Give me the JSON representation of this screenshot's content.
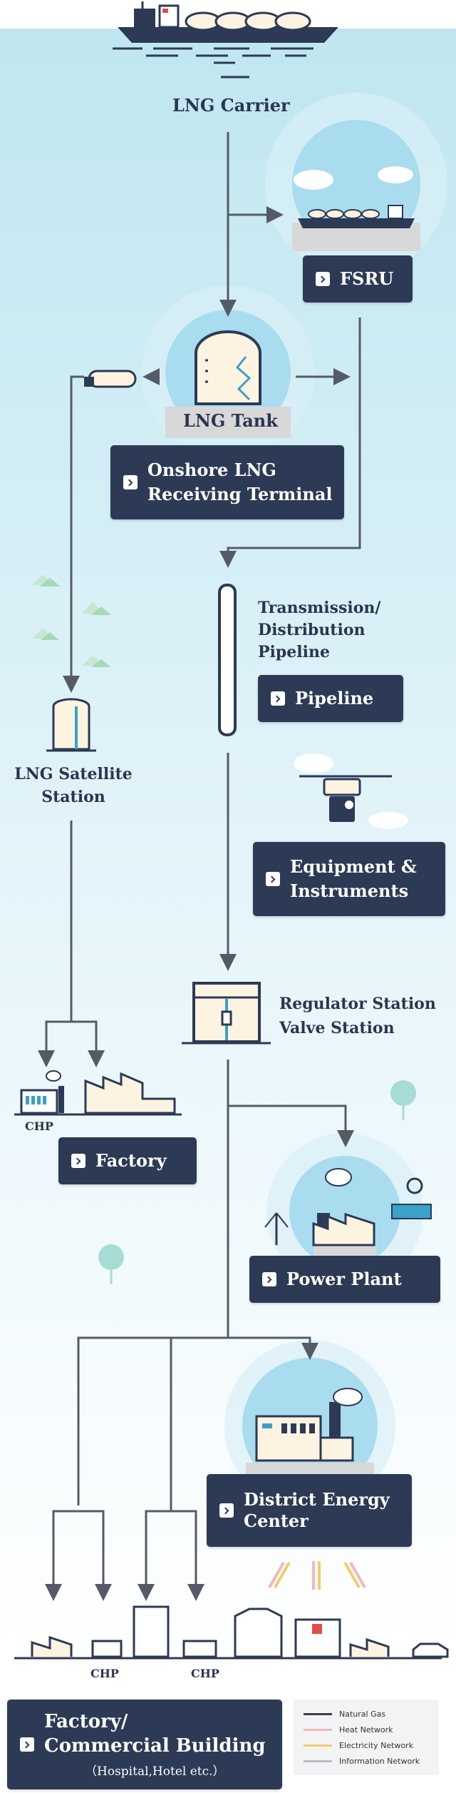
{
  "title": "LNG Carrier",
  "nodes": {
    "fsru": "FSRU",
    "lng_tank": "LNG Tank",
    "onshore": "Onshore LNG\nReceiving Terminal",
    "transmission": "Transmission/\nDistribution\nPipeline",
    "pipeline": "Pipeline",
    "satellite": "LNG Satellite\nStation",
    "equipment": "Equipment &\nInstruments",
    "regulator": "Regulator Station\nValve Station",
    "chp1": "CHP",
    "factory": "Factory",
    "power_plant": "Power Plant",
    "district": "District Energy\nCenter",
    "chp2": "CHP",
    "chp3": "CHP",
    "commercial": "Factory/\nCommercial Building",
    "commercial_sub": "（Hospital,Hotel  etc.）"
  },
  "legend": [
    {
      "label": "Natural Gas",
      "color": "#3a3f4a"
    },
    {
      "label": "Heat Network",
      "color": "#f4b6bd"
    },
    {
      "label": "Electricity Network",
      "color": "#f3cd69"
    },
    {
      "label": "Information Network",
      "color": "#b9bcc2"
    }
  ],
  "colors": {
    "navy": "#2c3a55",
    "sky": "#a9dcef",
    "cream": "#fdf3e1",
    "line": "#555b66"
  }
}
